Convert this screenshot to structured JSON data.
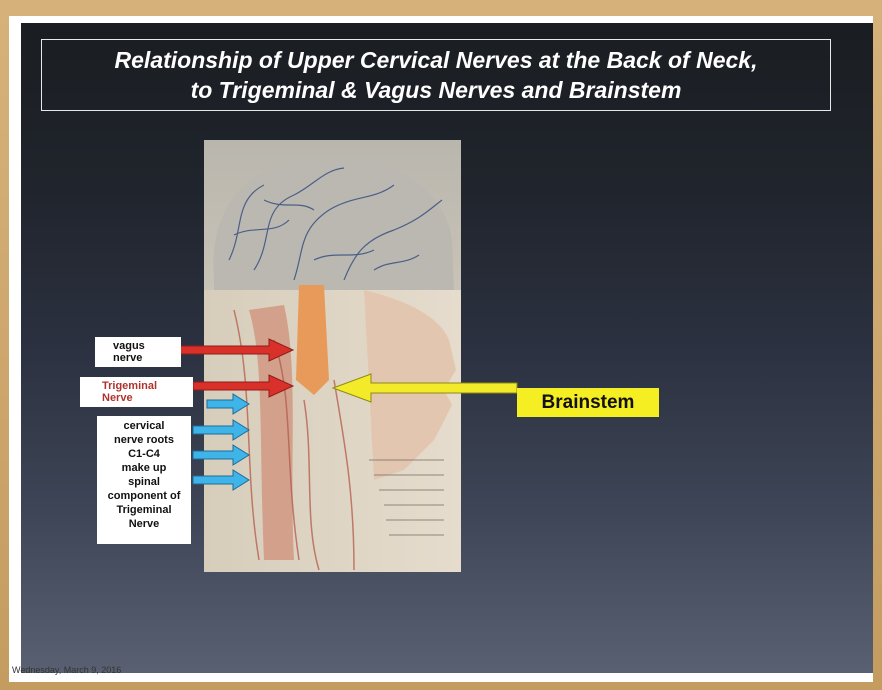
{
  "slide": {
    "title_line1": "Relationship of Upper Cervical Nerves at the Back of Neck,",
    "title_line2": "to Trigeminal & Vagus Nerves and Brainstem"
  },
  "labels": {
    "vagus_line1": "vagus",
    "vagus_line2": "nerve",
    "trigeminal_line1": "Trigeminal",
    "trigeminal_line2": "Nerve",
    "cervical_lines": [
      "cervical",
      "nerve roots",
      "C1-C4",
      "make up",
      "spinal",
      "component of",
      "Trigeminal",
      "Nerve"
    ],
    "brainstem": "Brainstem"
  },
  "footer": {
    "date": "Wednesday, March 9, 2016"
  },
  "colors": {
    "red_arrow": "#d9302a",
    "blue_arrow": "#3fb4e8",
    "yellow_arrow": "#f3ea2a",
    "trigeminal_text": "#b0322e",
    "frame": "#c9a46a"
  }
}
